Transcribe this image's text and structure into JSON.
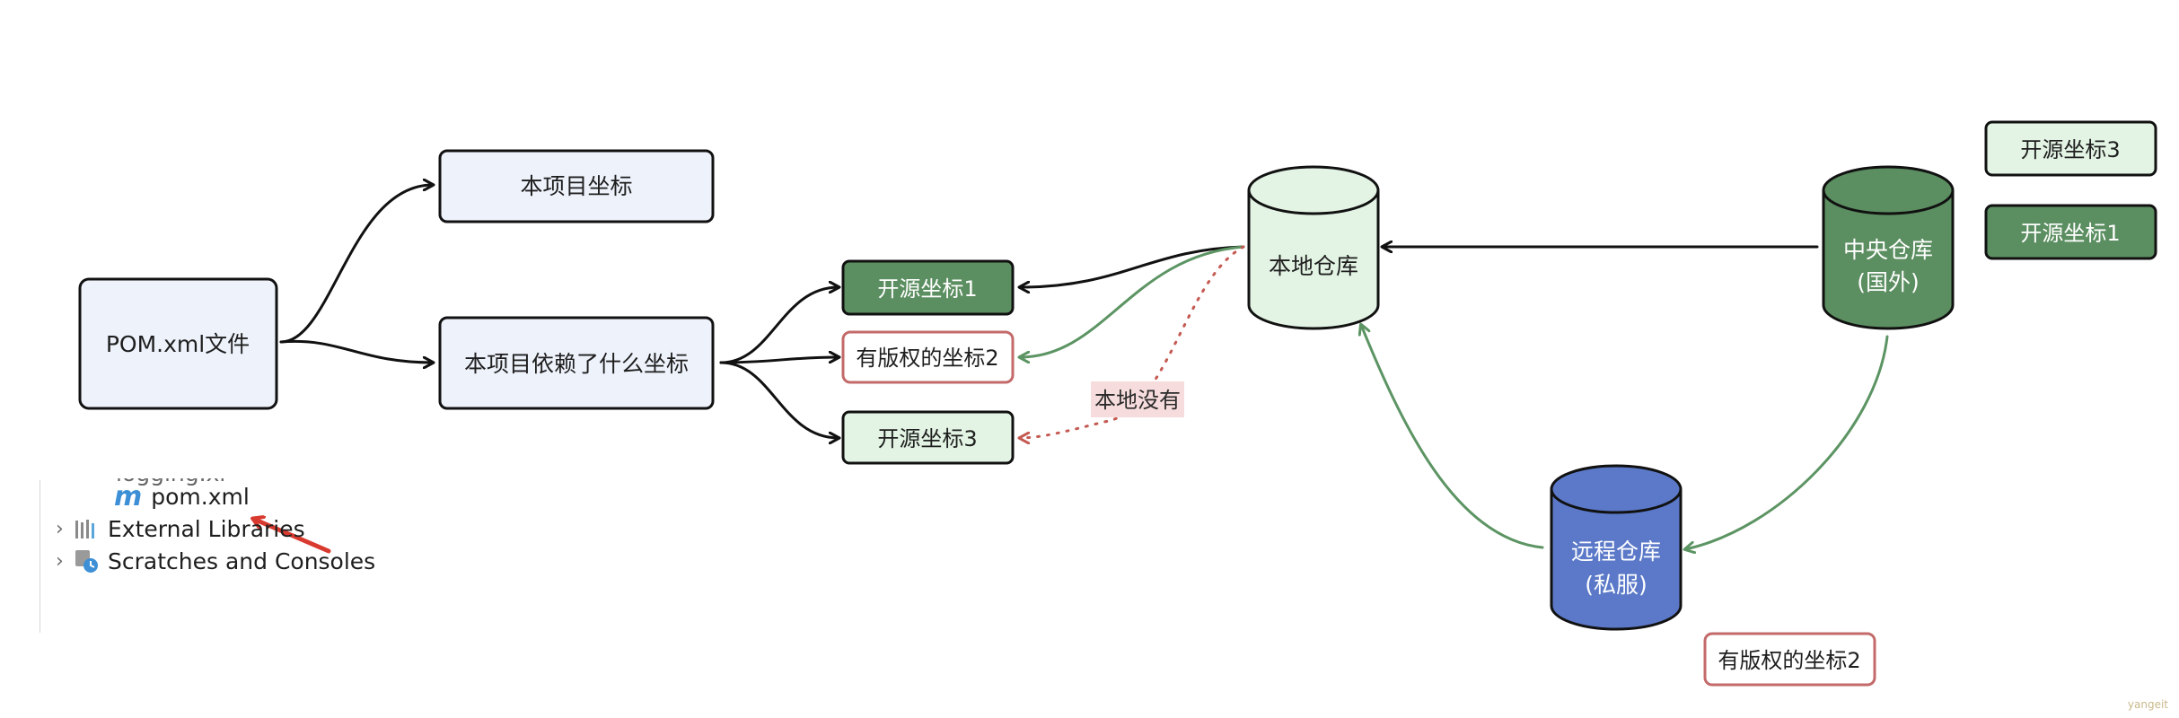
{
  "nodes": {
    "pom_file": "POM.xml文件",
    "project_coord": "本项目坐标",
    "project_deps": "本项目依赖了什么坐标",
    "open_coord_1": "开源坐标1",
    "licensed_coord_2": "有版权的坐标2",
    "open_coord_3": "开源坐标3",
    "local_repo": "本地仓库",
    "central_repo_line1": "中央仓库",
    "central_repo_line2": "(国外)",
    "remote_repo_line1": "远程仓库",
    "remote_repo_line2": "(私服)",
    "central_open_coord_3": "开源坐标3",
    "central_open_coord_1": "开源坐标1",
    "private_licensed_coord_2": "有版权的坐标2"
  },
  "annotation": {
    "not_local": "本地没有"
  },
  "ide": {
    "pom_label": "pom.xml",
    "external_libraries": "External Libraries",
    "scratches": "Scratches and Consoles",
    "clipped_item": "logging.xml"
  },
  "watermark": "yangeit",
  "colors": {
    "light_blue_fill": "#eef2fb",
    "light_green_fill": "#e3f4e4",
    "dark_green_fill": "#5b8e60",
    "blue_repo_fill": "#5b79c8",
    "licensed_border": "#c46a6a",
    "green_arrow": "#5c9463",
    "red_dotted": "#c45a52",
    "pink_label_bg": "#f6dcdc",
    "ide_arrow": "#d93a2f"
  }
}
